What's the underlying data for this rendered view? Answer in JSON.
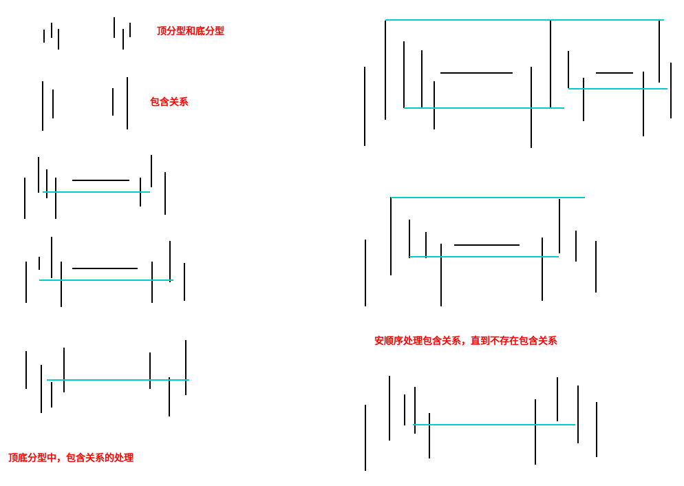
{
  "labels": {
    "fractal_types": "顶分型和底分型",
    "inclusion": "包含关系",
    "inclusion_in_fractals": "顶底分型中，包含关系的处理",
    "sequential_processing": "安顺序处理包含关系，直到不存在包含关系"
  },
  "colors": {
    "label": "#ff0000",
    "bar": "#000000",
    "guide": "#00cccc"
  }
}
